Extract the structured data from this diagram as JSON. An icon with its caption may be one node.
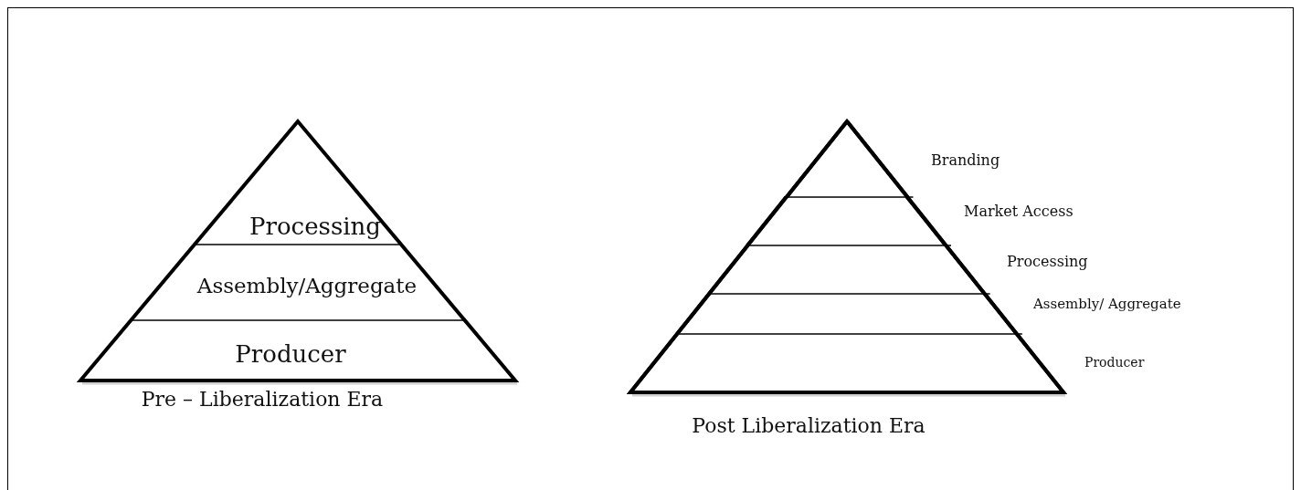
{
  "diagram": {
    "nodes": [
      {
        "text": [],
        "shape": "triangle",
        "beside": [
          "Pre – Liberalization Era"
        ]
      },
      {
        "text": [
          "Processing"
        ],
        "in": 0
      },
      {
        "text": [
          "Assembly/Aggregate"
        ],
        "in": 0
      },
      {
        "text": [
          "Producer"
        ],
        "in": 0
      },
      {
        "text": [],
        "shape": "triangle",
        "beside": [
          "Post Liberalization Era"
        ]
      },
      {
        "text": [],
        "shape": "band",
        "in": 4,
        "beside": [
          "Branding"
        ]
      },
      {
        "text": [],
        "shape": "band",
        "in": 4,
        "beside": [
          "Market Access"
        ]
      },
      {
        "text": [],
        "shape": "band",
        "in": 4,
        "beside": [
          "Processing"
        ]
      },
      {
        "text": [],
        "shape": "band",
        "in": 4,
        "beside": [
          "Assembly/ Aggregate"
        ]
      },
      {
        "text": [],
        "shape": "band",
        "in": 4,
        "beside": [
          "Producer"
        ]
      }
    ]
  }
}
